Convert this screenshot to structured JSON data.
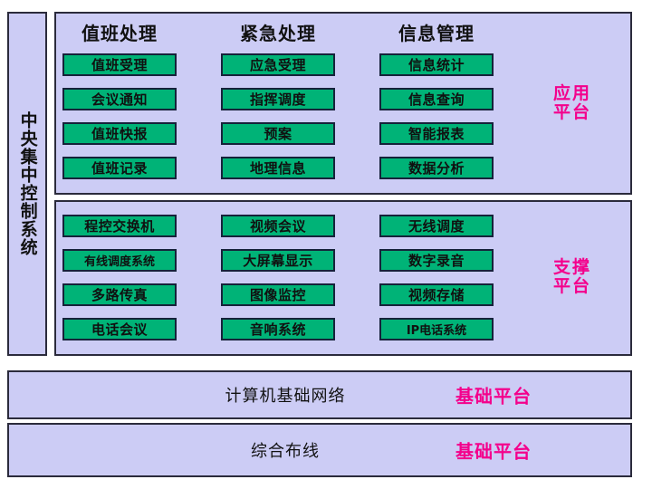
{
  "sidebar": {
    "label": "中央集中控制系统"
  },
  "application_platform": {
    "tag": "应用\n平台",
    "tag_line1": "应用",
    "tag_line2": "平台",
    "columns": [
      {
        "header": "值班处理",
        "items": [
          "值班受理",
          "会议通知",
          "值班快报",
          "值班记录"
        ]
      },
      {
        "header": "紧急处理",
        "items": [
          "应急受理",
          "指挥调度",
          "预案",
          "地理信息"
        ]
      },
      {
        "header": "信息管理",
        "items": [
          "信息统计",
          "信息查询",
          "智能报表",
          "数据分析"
        ]
      }
    ]
  },
  "support_platform": {
    "tag_line1": "支撑",
    "tag_line2": "平台",
    "columns": [
      {
        "items": [
          "程控交换机",
          "有线调度系统",
          "多路传真",
          "电话会议"
        ]
      },
      {
        "items": [
          "视频会议",
          "大屏幕显示",
          "图像监控",
          "音响系统"
        ]
      },
      {
        "items": [
          "无线调度",
          "数字录音",
          "视频存储",
          "IP电话系统"
        ]
      }
    ]
  },
  "bottom_bars": [
    {
      "label": "计算机基础网络",
      "tag": "基础平台"
    },
    {
      "label": "综合布线",
      "tag": "基础平台"
    }
  ],
  "colors": {
    "panel_background": "#ccccf5",
    "button_fill": "#00b377",
    "button_border": "#16223a",
    "panel_border": "#2b2b3c",
    "tag_text": "#f4008c",
    "text": "#111111",
    "page_background": "#ffffff"
  }
}
